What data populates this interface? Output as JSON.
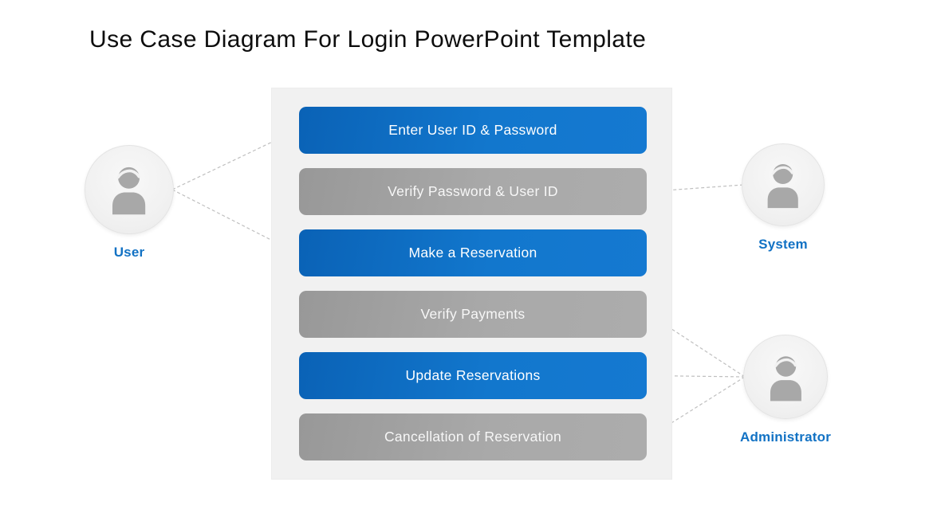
{
  "title": "Use Case Diagram For Login PowerPoint Template",
  "actors": {
    "user": {
      "label": "User"
    },
    "system": {
      "label": "System"
    },
    "administrator": {
      "label": "Administrator"
    }
  },
  "use_cases": [
    {
      "id": "uc1",
      "label": "Enter User ID & Password",
      "variant": "blue"
    },
    {
      "id": "uc2",
      "label": "Verify Password & User ID",
      "variant": "gray"
    },
    {
      "id": "uc3",
      "label": "Make a Reservation",
      "variant": "blue"
    },
    {
      "id": "uc4",
      "label": "Verify Payments",
      "variant": "gray"
    },
    {
      "id": "uc5",
      "label": "Update Reservations",
      "variant": "blue"
    },
    {
      "id": "uc6",
      "label": "Cancellation of Reservation",
      "variant": "gray"
    }
  ],
  "connections": [
    {
      "from": "user",
      "to": "uc1"
    },
    {
      "from": "user",
      "to": "uc3"
    },
    {
      "from": "system",
      "to": "uc2"
    },
    {
      "from": "administrator",
      "to": "uc4"
    },
    {
      "from": "administrator",
      "to": "uc5"
    },
    {
      "from": "administrator",
      "to": "uc6"
    }
  ],
  "colors": {
    "use_case_blue": "#0f6fc6",
    "use_case_gray": "#a5a5a5",
    "actor_label_blue": "#1272c4",
    "connector_gray": "#bfbfbf",
    "panel_background": "#f1f1f1",
    "title_text": "#0d0d0d"
  }
}
